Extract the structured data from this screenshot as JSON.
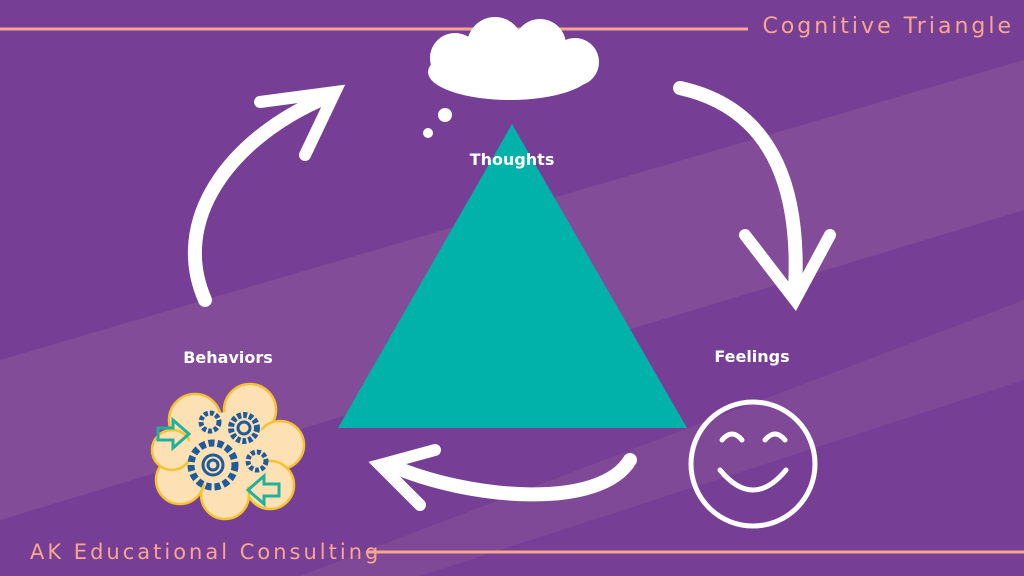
{
  "header": {
    "title": "Cognitive Triangle"
  },
  "footer": {
    "text": "AK Educational Consulting"
  },
  "nodes": {
    "thoughts": "Thoughts",
    "feelings": "Feelings",
    "behaviors": "Behaviors"
  },
  "colors": {
    "background": "#763f95",
    "triangle": "#00b2a9",
    "accent": "#f7a78f",
    "brush": "#86509a"
  }
}
